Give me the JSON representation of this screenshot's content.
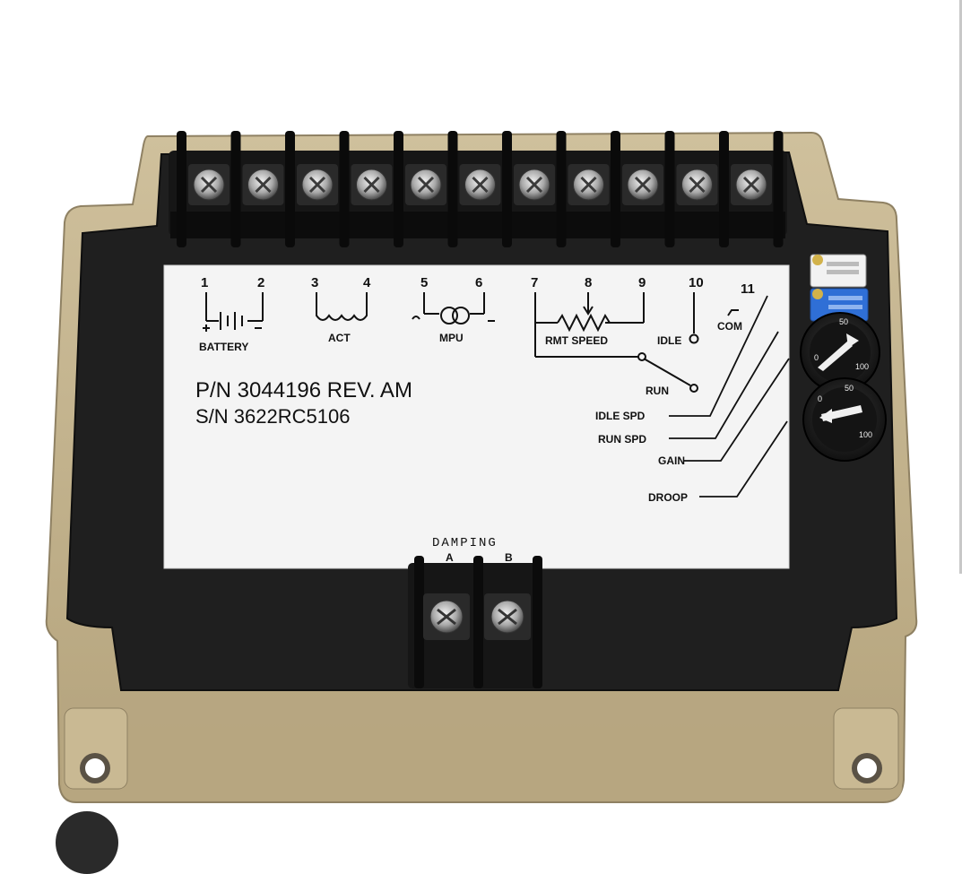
{
  "label": {
    "terminals": {
      "t1": "1",
      "t2": "2",
      "t3": "3",
      "t4": "4",
      "t5": "5",
      "t6": "6",
      "t7": "7",
      "t8": "8",
      "t9": "9",
      "t10": "10",
      "t11": "11"
    },
    "battery": "BATTERY",
    "act": "ACT",
    "mpu": "MPU",
    "rmt_speed": "RMT SPEED",
    "idle": "IDLE",
    "com": "COM",
    "run": "RUN",
    "part_number": "P/N  3044196  REV. AM",
    "serial_number": "S/N  3622RC5106",
    "idle_spd": "IDLE SPD",
    "run_spd": "RUN SPD",
    "gain": "GAIN",
    "droop": "DROOP",
    "damping": "DAMPING",
    "damping_a": "A",
    "damping_b": "B"
  },
  "dials": {
    "dial_marks": {
      "zero": "0",
      "fifty": "50",
      "hundred": "100"
    }
  },
  "colors": {
    "housing": "#c4b48f",
    "potting": "#1e1e1e",
    "label_background": "#f4f4f4",
    "trimmer_blue": "#2f6fd6"
  }
}
